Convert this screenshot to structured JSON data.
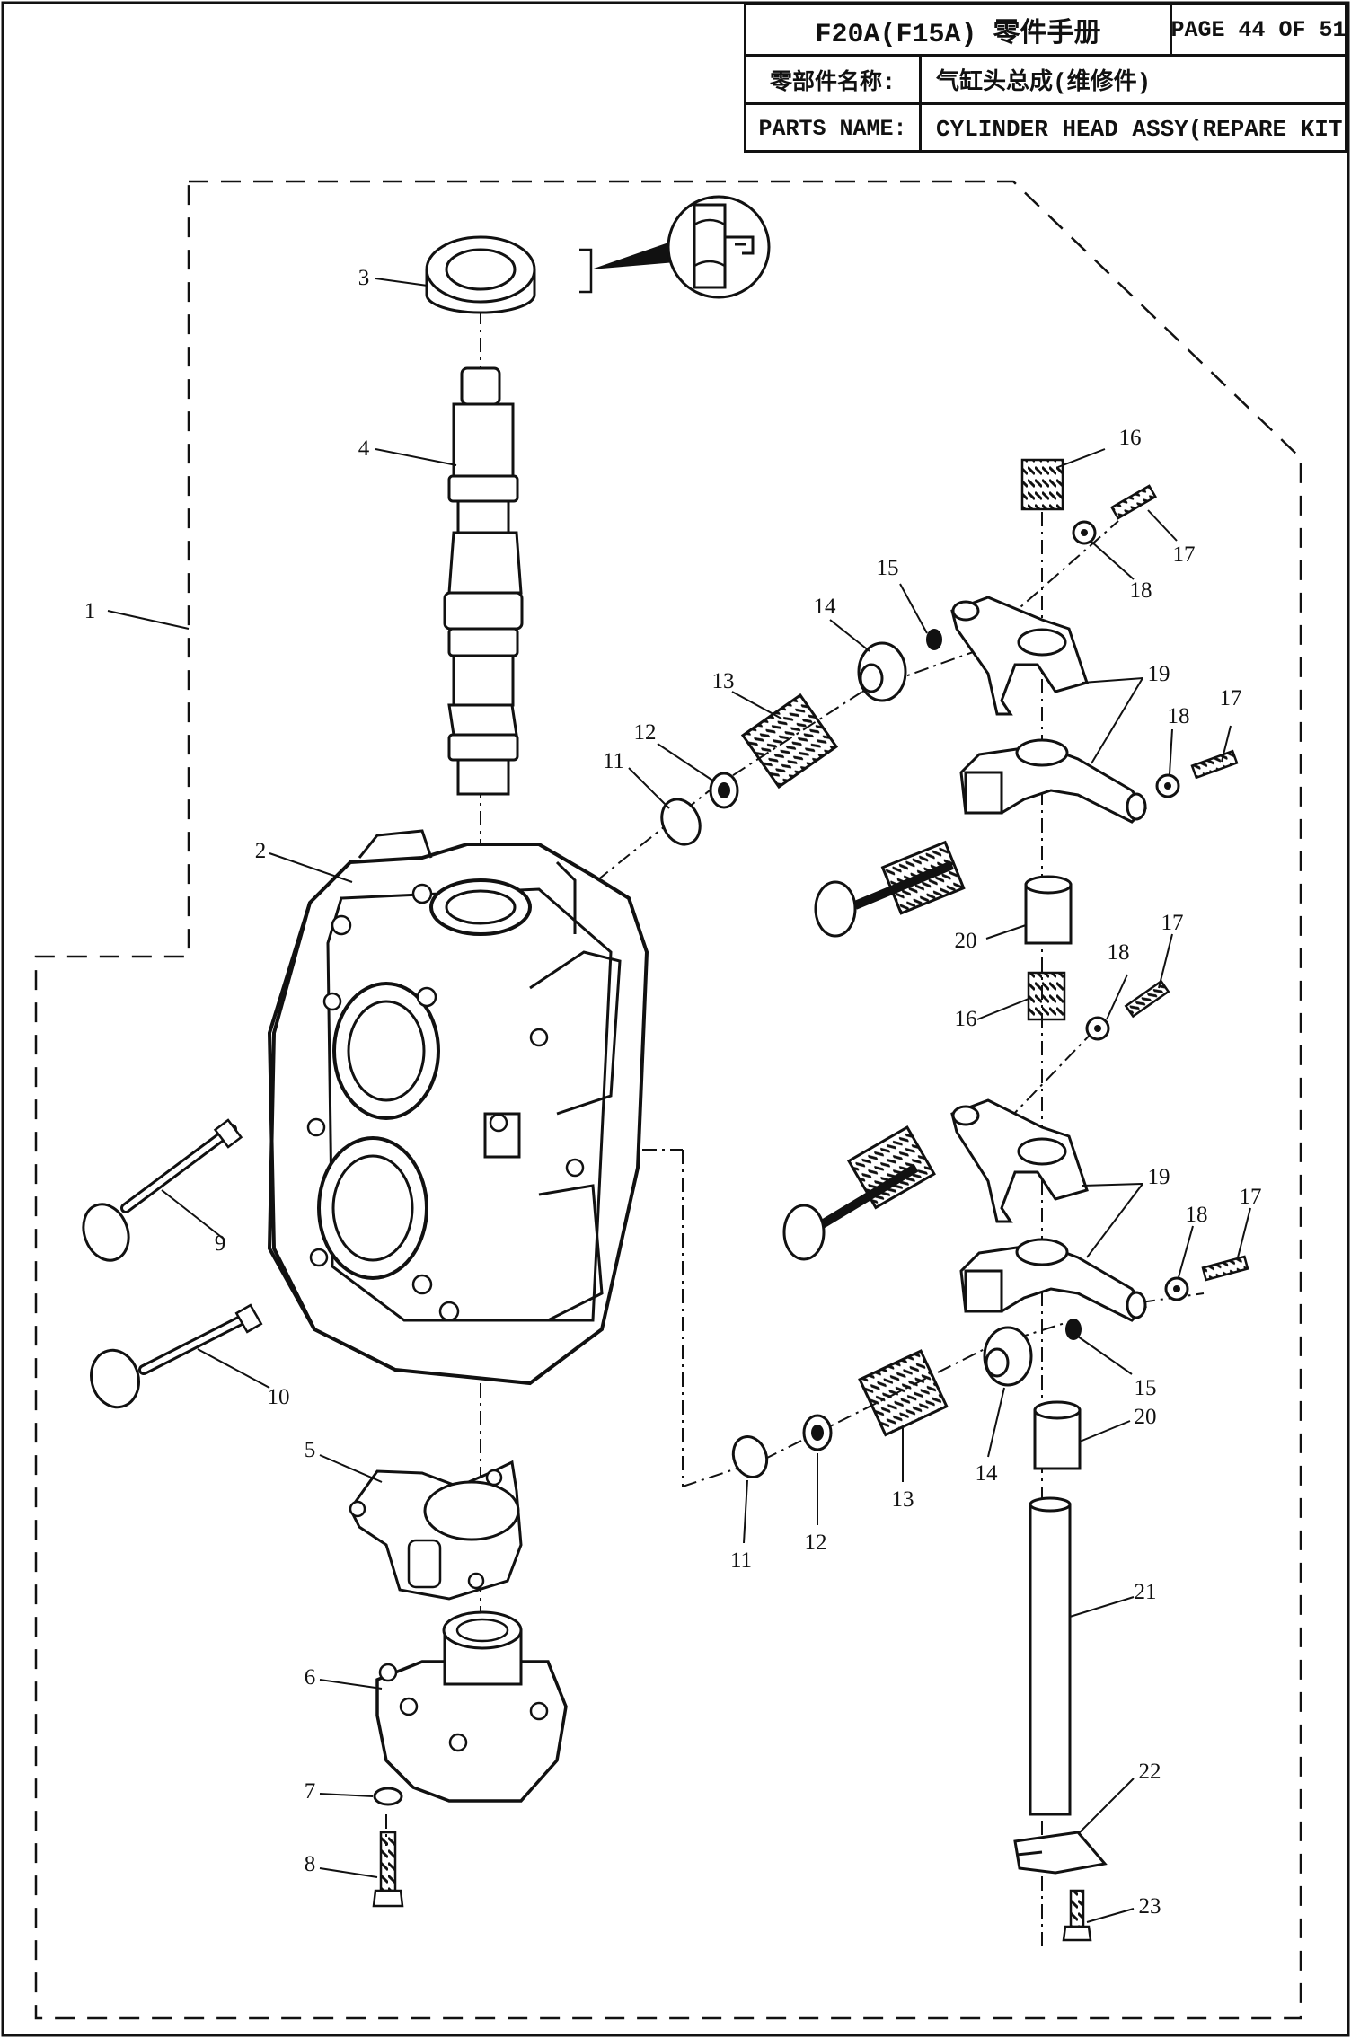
{
  "header": {
    "manual_title": "F20A(F15A) 零件手册",
    "page_label": "PAGE 44 OF 51",
    "name_label_cn": "零部件名称:",
    "name_value_cn": "气缸头总成(维修件)",
    "name_label_en": "PARTS NAME:",
    "name_value_en": "CYLINDER HEAD ASSY(REPARE KIT)"
  },
  "callouts": {
    "p1": "1",
    "p2": "2",
    "p3": "3",
    "p4": "4",
    "p5": "5",
    "p6": "6",
    "p7": "7",
    "p8": "8",
    "p9": "9",
    "p10": "10",
    "p11a": "11",
    "p11b": "11",
    "p12a": "12",
    "p12b": "12",
    "p13a": "13",
    "p13b": "13",
    "p14a": "14",
    "p14b": "14",
    "p15a": "15",
    "p15b": "15",
    "p16a": "16",
    "p16b": "16",
    "p17a": "17",
    "p17b": "17",
    "p17c": "17",
    "p17d": "17",
    "p18a": "18",
    "p18b": "18",
    "p18c": "18",
    "p18d": "18",
    "p19a": "19",
    "p19b": "19",
    "p20a": "20",
    "p20b": "20",
    "p21": "21",
    "p22": "22",
    "p23": "23"
  }
}
